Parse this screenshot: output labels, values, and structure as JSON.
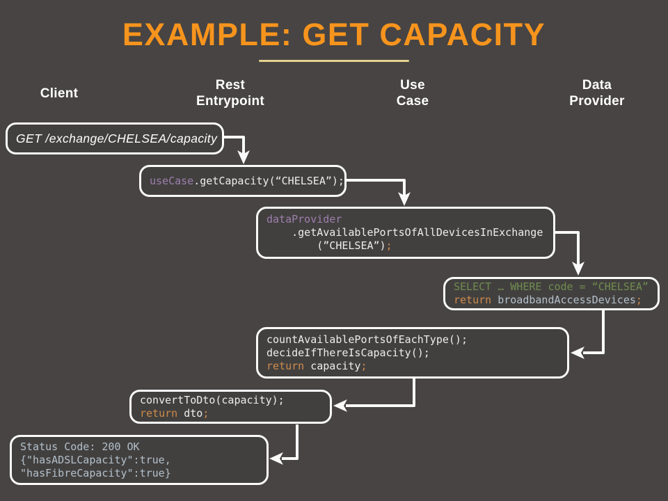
{
  "title": "EXAMPLE: GET CAPACITY",
  "columns": [
    {
      "line1": "Client",
      "line2": ""
    },
    {
      "line1": "Rest",
      "line2": "Entrypoint"
    },
    {
      "line1": "Use",
      "line2": "Case"
    },
    {
      "line1": "Data",
      "line2": "Provider"
    }
  ],
  "colors": {
    "background": "#474443",
    "title": "#F7941D",
    "underline": "#E5D48E",
    "box_border": "#FBFBFB",
    "arrow": "#FAFAFA",
    "header_text": "#FFFFFF",
    "code_plain": "#EDEDED",
    "code_keyword_purple": "#9D7FAE",
    "code_keyword_orange": "#CE8A4A",
    "code_sql_green": "#718C4F",
    "code_value_blue": "#B3C0CA"
  },
  "boxes": {
    "request": {
      "lines": [
        [
          {
            "t": "GET /exchange/CHELSEA/capacity",
            "c": "white"
          }
        ]
      ]
    },
    "entrypointCall": {
      "lines": [
        [
          {
            "t": "useCase",
            "c": "purple"
          },
          {
            "t": ".getCapacity(“CHELSEA”);",
            "c": "plain"
          }
        ]
      ]
    },
    "usecaseCall": {
      "lines": [
        [
          {
            "t": "dataProvider",
            "c": "purple"
          }
        ],
        [
          {
            "t": "    .getAvailablePortsOfAllDevicesInExchange",
            "c": "plain"
          }
        ],
        [
          {
            "t": "        (”CHELSEA”)",
            "c": "plain"
          },
          {
            "t": ";",
            "c": "orange"
          }
        ]
      ]
    },
    "sql": {
      "lines": [
        [
          {
            "t": "SELECT … WHERE code = “CHELSEA”",
            "c": "green"
          }
        ],
        [
          {
            "t": "return",
            "c": "orange"
          },
          {
            "t": " broadbandAccessDevices",
            "c": "blue"
          },
          {
            "t": ";",
            "c": "orange"
          }
        ]
      ]
    },
    "logic": {
      "lines": [
        [
          {
            "t": "countAvailablePortsOfEachType();",
            "c": "plain"
          }
        ],
        [
          {
            "t": "decideIfThereIsCapacity();",
            "c": "plain"
          }
        ],
        [
          {
            "t": "return",
            "c": "orange"
          },
          {
            "t": " capacity",
            "c": "plain"
          },
          {
            "t": ";",
            "c": "orange"
          }
        ]
      ]
    },
    "convert": {
      "lines": [
        [
          {
            "t": "convertToDto(capacity);",
            "c": "plain"
          }
        ],
        [
          {
            "t": "return",
            "c": "orange"
          },
          {
            "t": " dto",
            "c": "plain"
          },
          {
            "t": ";",
            "c": "orange"
          }
        ]
      ]
    },
    "response": {
      "lines": [
        [
          {
            "t": "Status Code: 200 OK",
            "c": "blue"
          }
        ],
        [
          {
            "t": "{\"hasADSLCapacity\":true,",
            "c": "blue"
          }
        ],
        [
          {
            "t": "\"hasFibreCapacity\":true}",
            "c": "blue"
          }
        ]
      ]
    }
  }
}
